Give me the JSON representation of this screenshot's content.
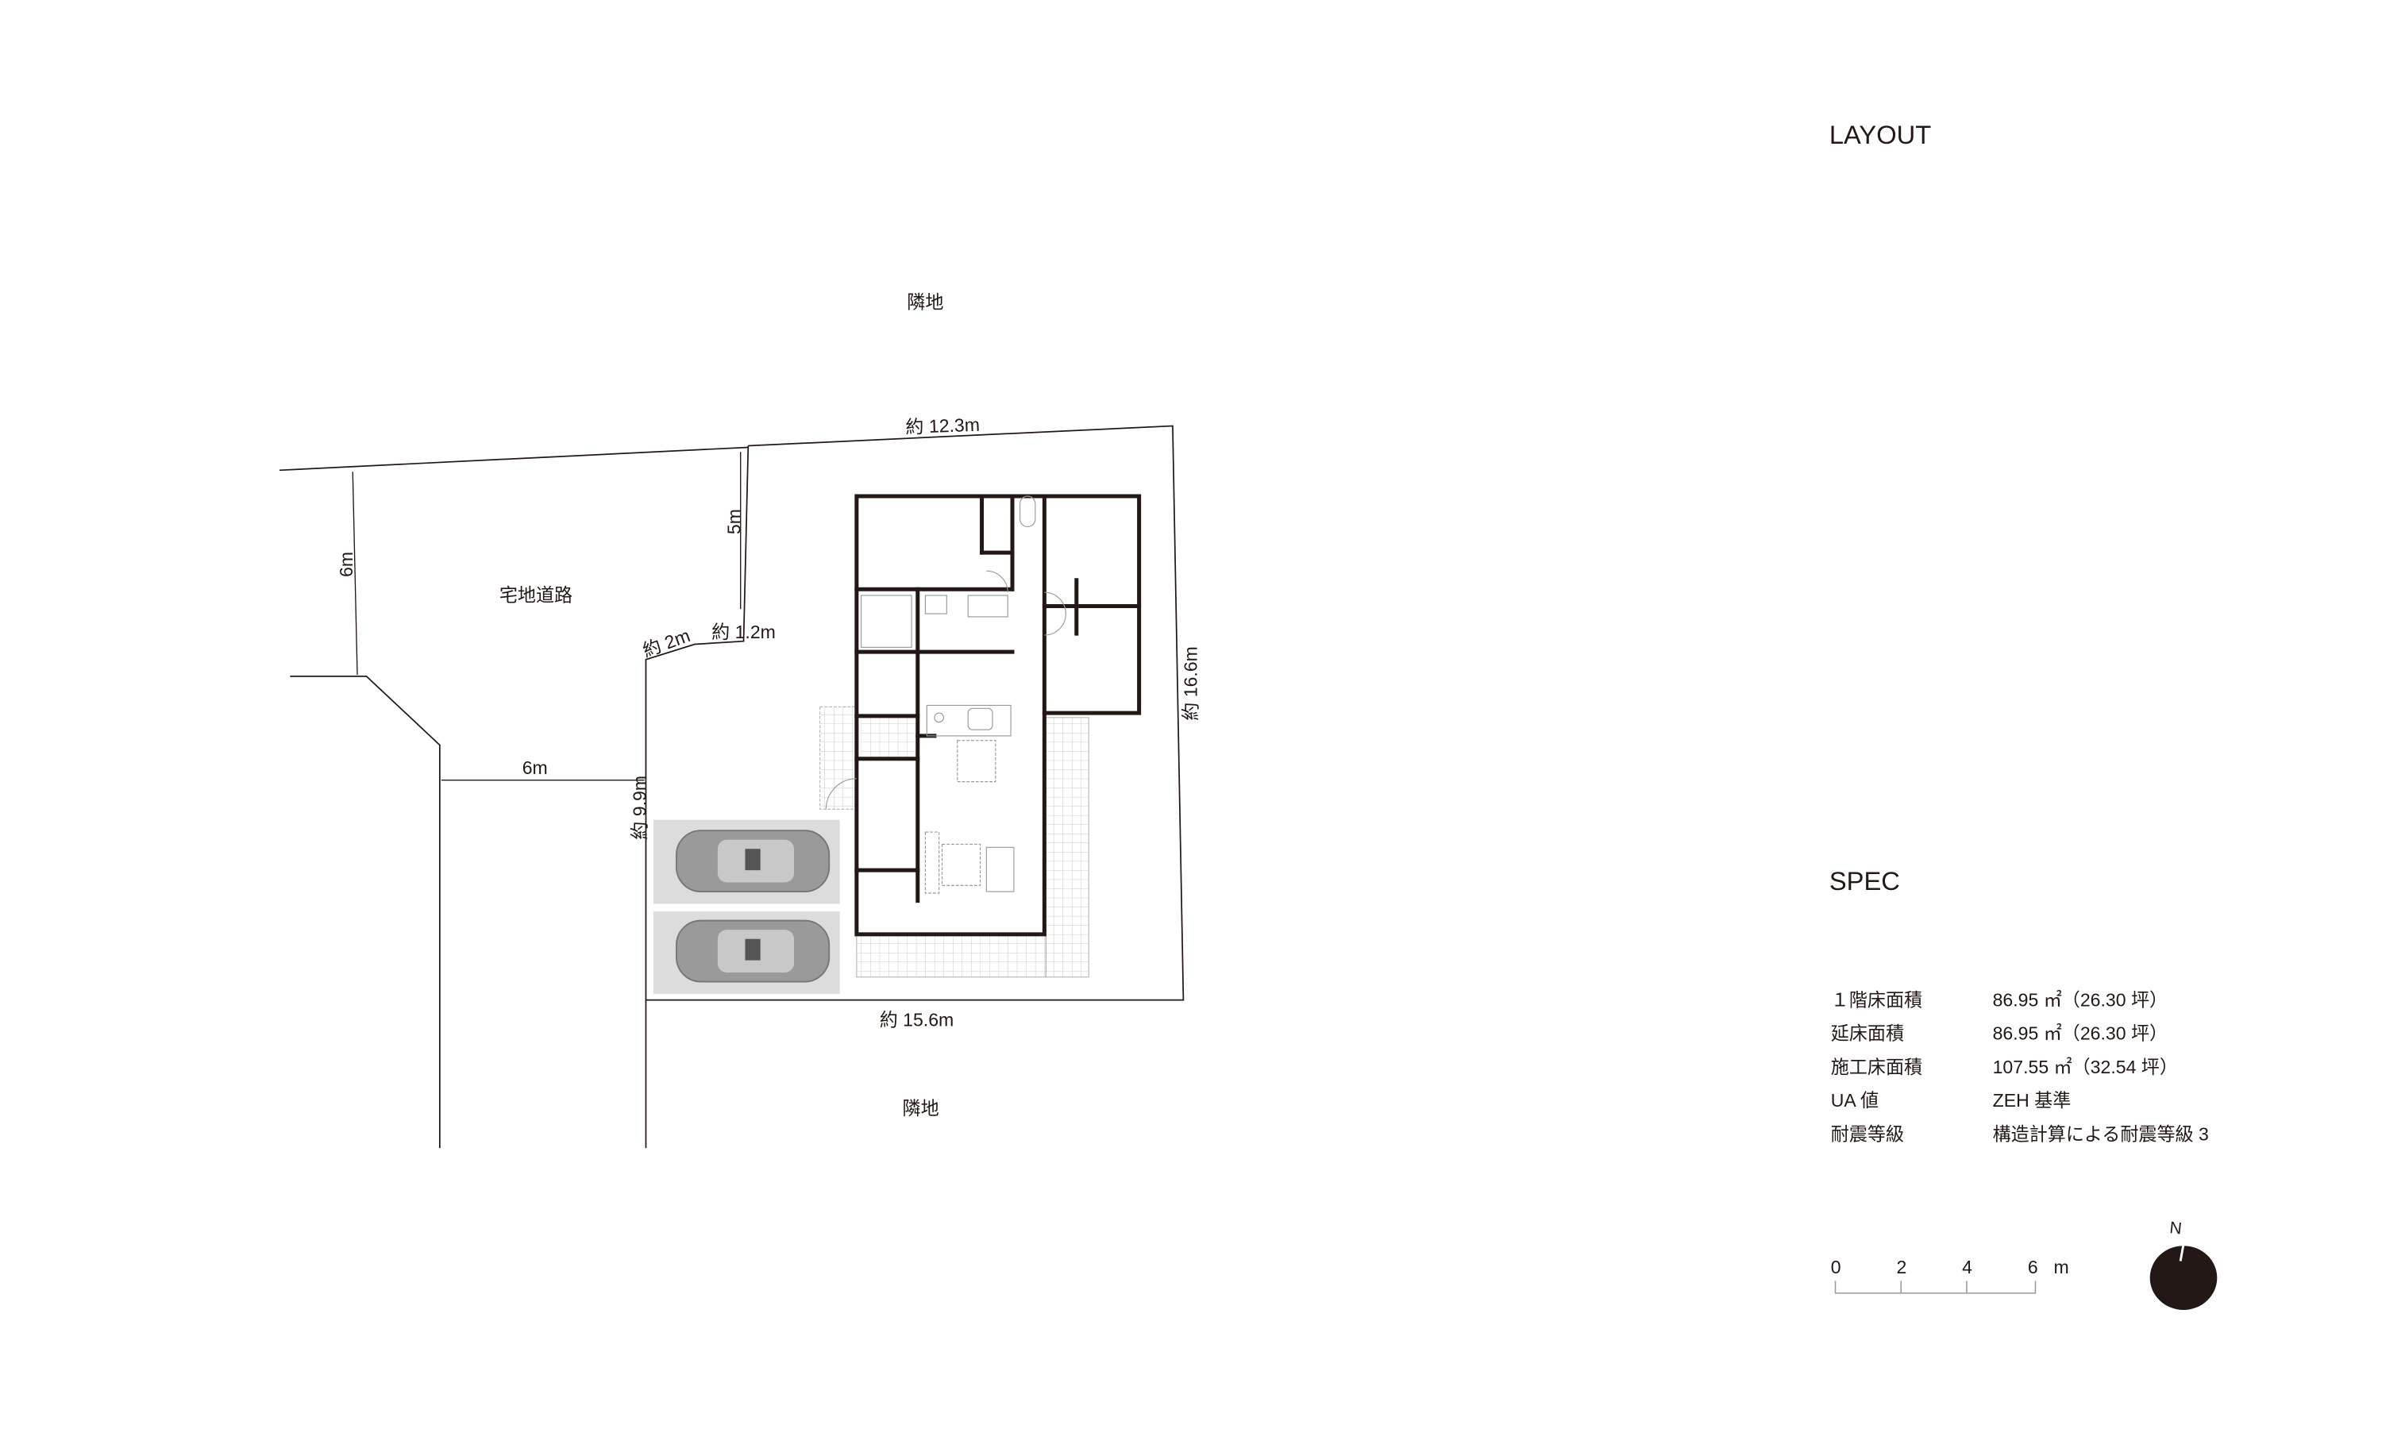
{
  "sections": {
    "layout_title": "LAYOUT",
    "spec_title": "SPEC"
  },
  "site": {
    "neighbor_top": "隣地",
    "neighbor_bottom": "隣地",
    "road_label": "宅地道路",
    "dim_top": "約 12.3m",
    "dim_right": "約 16.6m",
    "dim_bottom": "約 15.6m",
    "dim_left_lot": "約 9.9m",
    "dim_notch": "5m",
    "dim_road_width": "6m",
    "dim_road_width2": "6m",
    "dim_chamfer": "約 2m",
    "dim_setback": "約 1.2m"
  },
  "spec": {
    "rows": [
      {
        "label": "１階床面積",
        "value": "86.95 ㎡（26.30 坪）"
      },
      {
        "label": "延床面積",
        "value": "86.95 ㎡（26.30 坪）"
      },
      {
        "label": "施工床面積",
        "value": "107.55 ㎡（32.54 坪）"
      },
      {
        "label": "UA 値",
        "value": "ZEH 基準"
      },
      {
        "label": "耐震等級",
        "value": "構造計算による耐震等級 3"
      }
    ]
  },
  "scale_bar": {
    "ticks": [
      "0",
      "2",
      "4",
      "6"
    ],
    "unit": "m"
  },
  "compass": {
    "label": "N"
  },
  "colors": {
    "ink": "#231815",
    "car_bg": "#dcdcdc"
  }
}
